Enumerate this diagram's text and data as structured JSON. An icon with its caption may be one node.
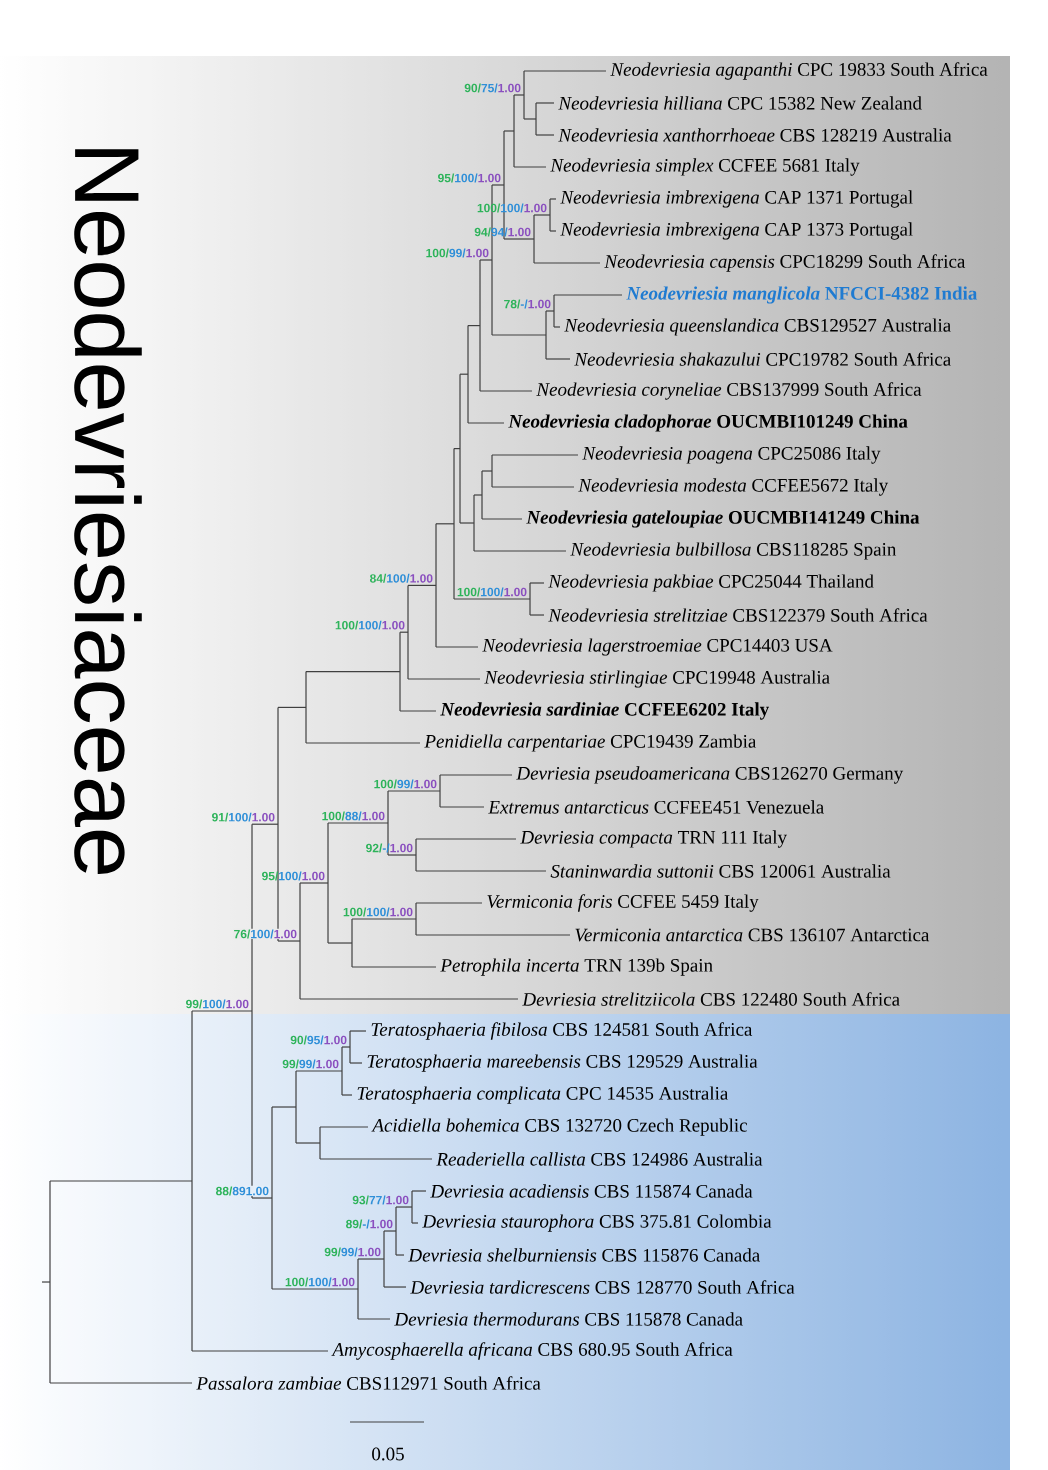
{
  "diagram": {
    "labels": [
      "Neodevriesiaceae",
      "*Neodevriesia agapanthi* CPC 19833 South Africa",
      "*Neodevriesia hilliana* CPC 15382 New Zealand",
      "*Neodevriesia xanthorrhoeae* CBS 128219 Australia",
      "*Neodevriesia simplex* CCFEE 5681 Italy",
      "*Neodevriesia imbrexigena* CAP 1371 Portugal",
      "*Neodevriesia imbrexigena* CAP 1373 Portugal",
      "*Neodevriesia capensis* CPC18299 South Africa",
      "*Neodevriesia manglicola* NFCCI-4382 India",
      "*Neodevriesia queenslandica* CBS129527 Australia",
      "*Neodevriesia shakazului* CPC19782 South Africa",
      "*Neodevriesia coryneliae* CBS137999 South Africa",
      "*Neodevriesia cladophorae* OUCMBI101249 China",
      "*Neodevriesia poagena* CPC25086 Italy",
      "*Neodevriesia modesta* CCFEE5672 Italy",
      "*Neodevriesia gateloupiae* OUCMBI141249 China",
      "*Neodevriesia bulbillosa* CBS118285 Spain",
      "*Neodevriesia pakbiae* CPC25044 Thailand",
      "*Neodevriesia strelitziae* CBS122379 South Africa",
      "*Neodevriesia lagerstroemiae* CPC14403 USA",
      "*Neodevriesia stirlingiae* CPC19948 Australia",
      "*Neodevriesia sardiniae* CCFEE6202 Italy",
      "*Penidiella carpentariae* CPC19439 Zambia",
      "*Devriesia pseudoamericana* CBS126270 Germany",
      "*Extremus antarcticus* CCFEE451 Venezuela",
      "*Devriesia compacta* TRN 111 Italy",
      "*Staninwardia suttonii* CBS 120061 Australia",
      "*Vermiconia foris* CCFEE 5459 Italy",
      "*Vermiconia antarctica* CBS 136107 Antarctica",
      "*Petrophila incerta* TRN 139b Spain",
      "*Devriesia strelitziicola* CBS 122480 South Africa",
      "*Teratosphaeria fibilosa* CBS 124581 South Africa",
      "*Teratosphaeria mareebensis* CBS 129529 Australia",
      "*Teratosphaeria complicata* CPC 14535 Australia",
      "*Acidiella bohemica* CBS 132720 Czech Republic",
      "*Readeriella callista* CBS 124986 Australia",
      "*Devriesia acadiensis* CBS 115874 Canada",
      "*Devriesia staurophora* CBS 375.81 Colombia",
      "*Devriesia shelburniensis* CBS 115876 Canada",
      "*Devriesia tardicrescens* CBS 128770 South Africa",
      "*Devriesia thermodurans* CBS 115878 Canada",
      "*Amycosphaerella africana* CBS 680.95 South Africa",
      "*Passalora zambiae* CBS112971 South Africa",
      "90/75/1.00",
      "100/100/1.00",
      "94/94/1.00",
      "95/100/1.00",
      "78/-/1.00",
      "100/99/1.00",
      "84/100/1.00",
      "100/100/1.00",
      "100/100/1.00",
      "100/99/1.00",
      "91/100/1.00",
      "100/88/1.00",
      "92/-/1.00",
      "95/100/1.00",
      "100/100/1.00",
      "76/100/1.00",
      "99/100/1.00",
      "90/95/1.00",
      "99/99/1.00",
      "88/891.00",
      "93/77/1.00",
      "89/-/1.00",
      "99/99/1.00",
      "100/100/1.00",
      "0.05"
    ]
  }
}
